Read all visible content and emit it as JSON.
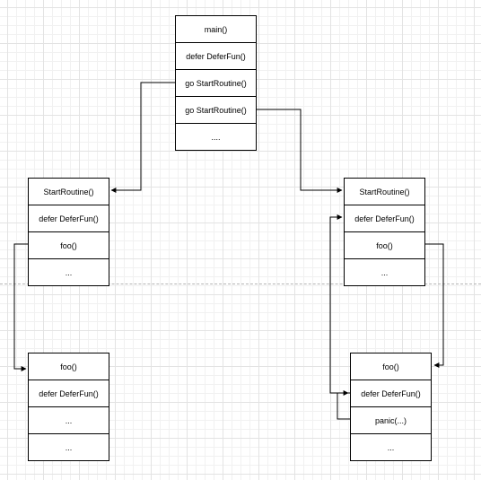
{
  "colors": {
    "line": "#000000",
    "box_fill": "#ffffff",
    "grid": "#e3e3e3",
    "divider": "#b5b5b5"
  },
  "stacks": {
    "main": [
      "main()",
      "defer DeferFun()",
      "go StartRoutine()",
      "go StartRoutine()",
      "...."
    ],
    "left_routine": [
      "StartRoutine()",
      "defer DeferFun()",
      "foo()",
      "..."
    ],
    "right_routine": [
      "StartRoutine()",
      "defer DeferFun()",
      "foo()",
      "..."
    ],
    "left_foo": [
      "foo()",
      "defer DeferFun()",
      "...",
      "..."
    ],
    "right_foo": [
      "foo()",
      "defer DeferFun()",
      "panic(...)",
      "..."
    ]
  }
}
